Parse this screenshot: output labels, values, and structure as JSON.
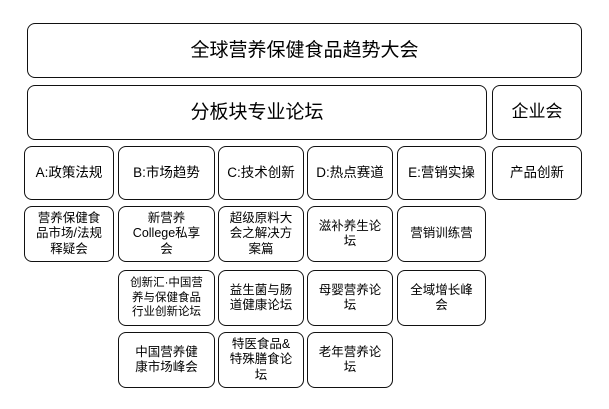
{
  "diagram": {
    "colors": {
      "border": "#111111",
      "text": "#000000",
      "background": "#ffffff"
    },
    "nodes": {
      "title": "全球营养保健食品趋势大会",
      "forum_header": "分板块专业论坛",
      "enterprise": "企业会",
      "track_a": "A:政策法规",
      "track_b": "B:市场趋势",
      "track_c": "C:技术创新",
      "track_d": "D:热点赛道",
      "track_e": "E:营销实操",
      "product_innovation": "产品创新",
      "a1": "营养保健食\n品市场/法规\n释疑会",
      "b1": "新营养\nCollege私享\n会",
      "c1": "超级原料大\n会之解决方\n案篇",
      "d1": "滋补养生论\n坛",
      "e1": "营销训练营",
      "b2": "创新汇·中国营\n养与保健食品\n行业创新论坛",
      "c2": "益生菌与肠\n道健康论坛",
      "d2": "母婴营养论\n坛",
      "e2": "全域增长峰\n会",
      "b3": "中国营养健\n康市场峰会",
      "c3": "特医食品&\n特殊膳食论\n坛",
      "d3": "老年营养论\n坛"
    }
  }
}
